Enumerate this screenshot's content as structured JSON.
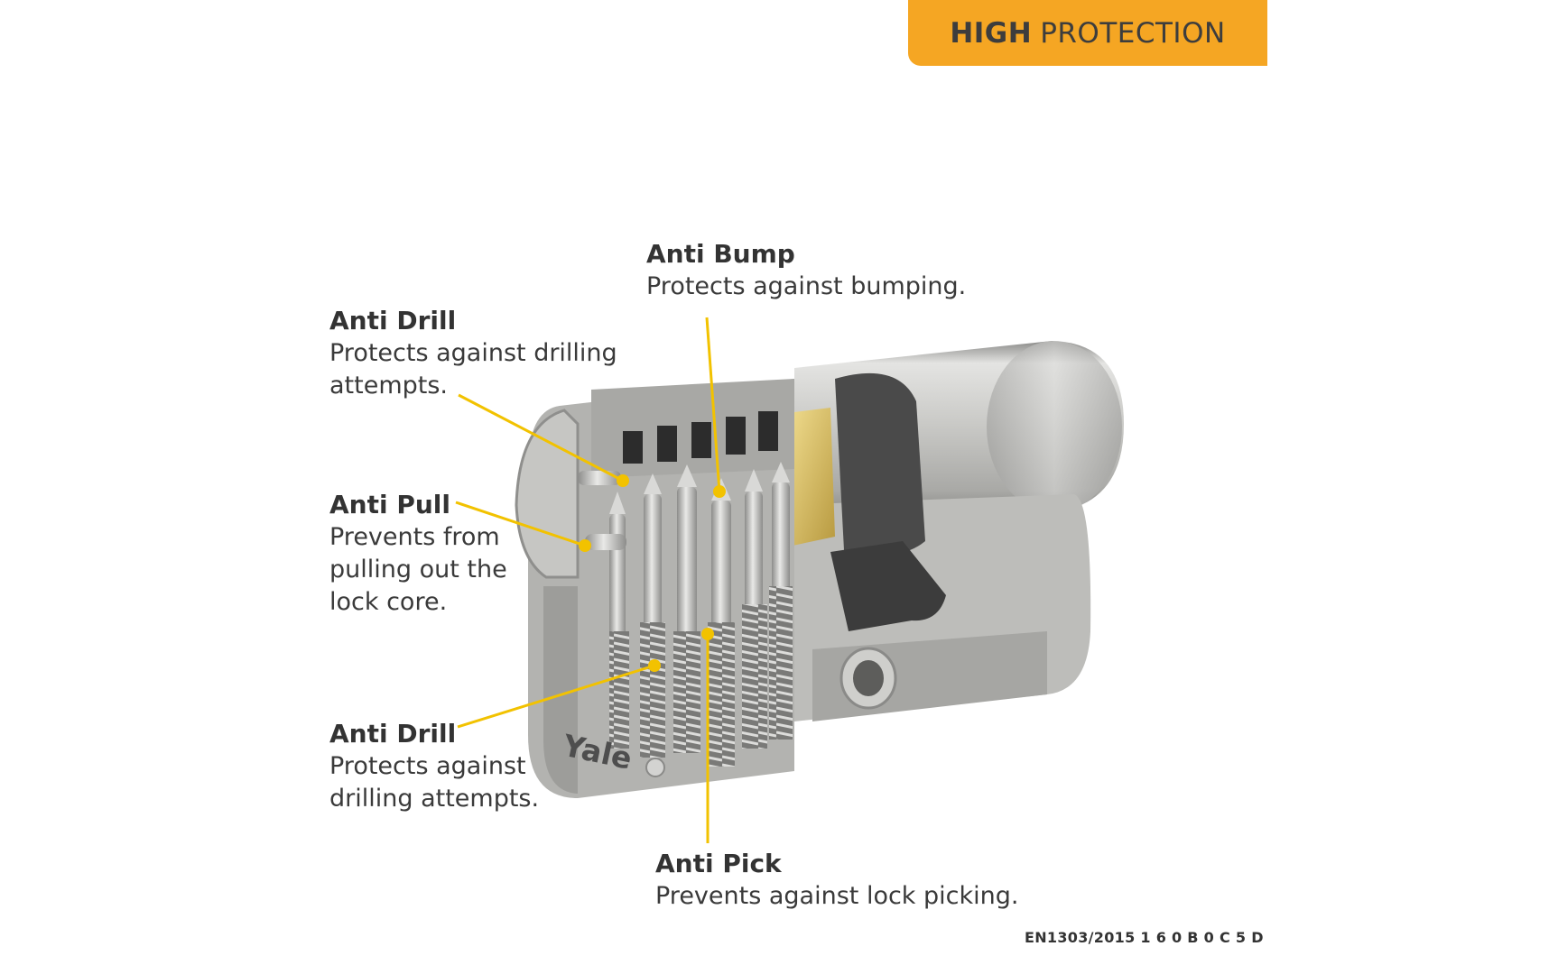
{
  "badge": {
    "strong": "HIGH",
    "rest": "PROTECTION",
    "color": "#f5a623"
  },
  "accent_color": "#f2c200",
  "brand": {
    "logo_text": "Yale"
  },
  "callouts": [
    {
      "id": "anti-bump",
      "title": "Anti Bump",
      "desc": "Protects against bumping."
    },
    {
      "id": "anti-drill-top",
      "title": "Anti Drill",
      "desc": "Protects against drilling\nattempts."
    },
    {
      "id": "anti-pull",
      "title": "Anti Pull",
      "desc": "Prevents from\npulling out the\nlock core."
    },
    {
      "id": "anti-drill-bottom",
      "title": "Anti Drill",
      "desc": "Protects against\ndrilling attempts."
    },
    {
      "id": "anti-pick",
      "title": "Anti Pick",
      "desc": "Prevents against lock picking."
    }
  ],
  "standard": "EN1303/2015 1 6 0 B 0 C 5 D"
}
